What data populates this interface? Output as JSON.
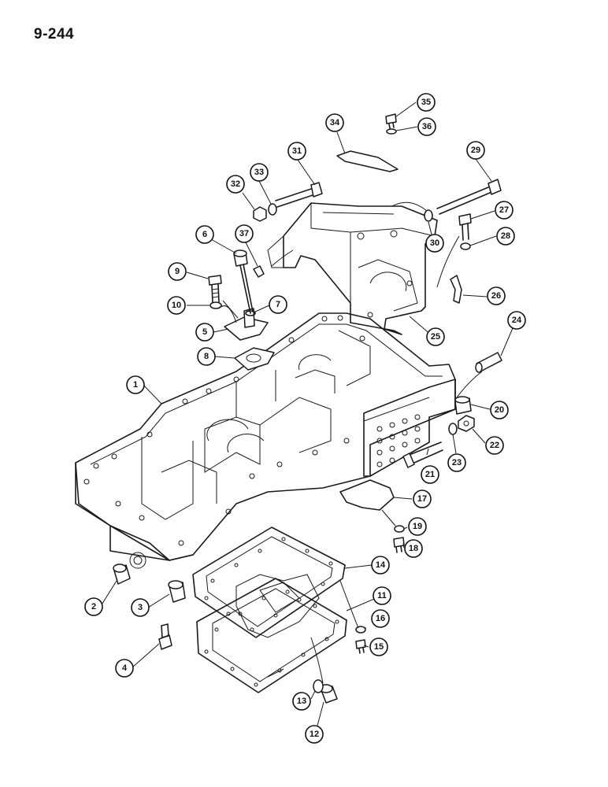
{
  "page": {
    "number": "9-244"
  },
  "callouts": [
    {
      "id": "1",
      "label": "1"
    },
    {
      "id": "2",
      "label": "2"
    },
    {
      "id": "3",
      "label": "3"
    },
    {
      "id": "4",
      "label": "4"
    },
    {
      "id": "5",
      "label": "5"
    },
    {
      "id": "6",
      "label": "6"
    },
    {
      "id": "7",
      "label": "7"
    },
    {
      "id": "8",
      "label": "8"
    },
    {
      "id": "9",
      "label": "9"
    },
    {
      "id": "10",
      "label": "10"
    },
    {
      "id": "11",
      "label": "11"
    },
    {
      "id": "12",
      "label": "12"
    },
    {
      "id": "13",
      "label": "13"
    },
    {
      "id": "14",
      "label": "14"
    },
    {
      "id": "15",
      "label": "15"
    },
    {
      "id": "16",
      "label": "16"
    },
    {
      "id": "17",
      "label": "17"
    },
    {
      "id": "18",
      "label": "18"
    },
    {
      "id": "19",
      "label": "19"
    },
    {
      "id": "20",
      "label": "20"
    },
    {
      "id": "21",
      "label": "21"
    },
    {
      "id": "22",
      "label": "22"
    },
    {
      "id": "23",
      "label": "23"
    },
    {
      "id": "24",
      "label": "24"
    },
    {
      "id": "25",
      "label": "25"
    },
    {
      "id": "26",
      "label": "26"
    },
    {
      "id": "27",
      "label": "27"
    },
    {
      "id": "28",
      "label": "28"
    },
    {
      "id": "29",
      "label": "29"
    },
    {
      "id": "30",
      "label": "30"
    },
    {
      "id": "31",
      "label": "31"
    },
    {
      "id": "32",
      "label": "32"
    },
    {
      "id": "33",
      "label": "33"
    },
    {
      "id": "34",
      "label": "34"
    },
    {
      "id": "35",
      "label": "35"
    },
    {
      "id": "36",
      "label": "36"
    },
    {
      "id": "37",
      "label": "37"
    }
  ]
}
